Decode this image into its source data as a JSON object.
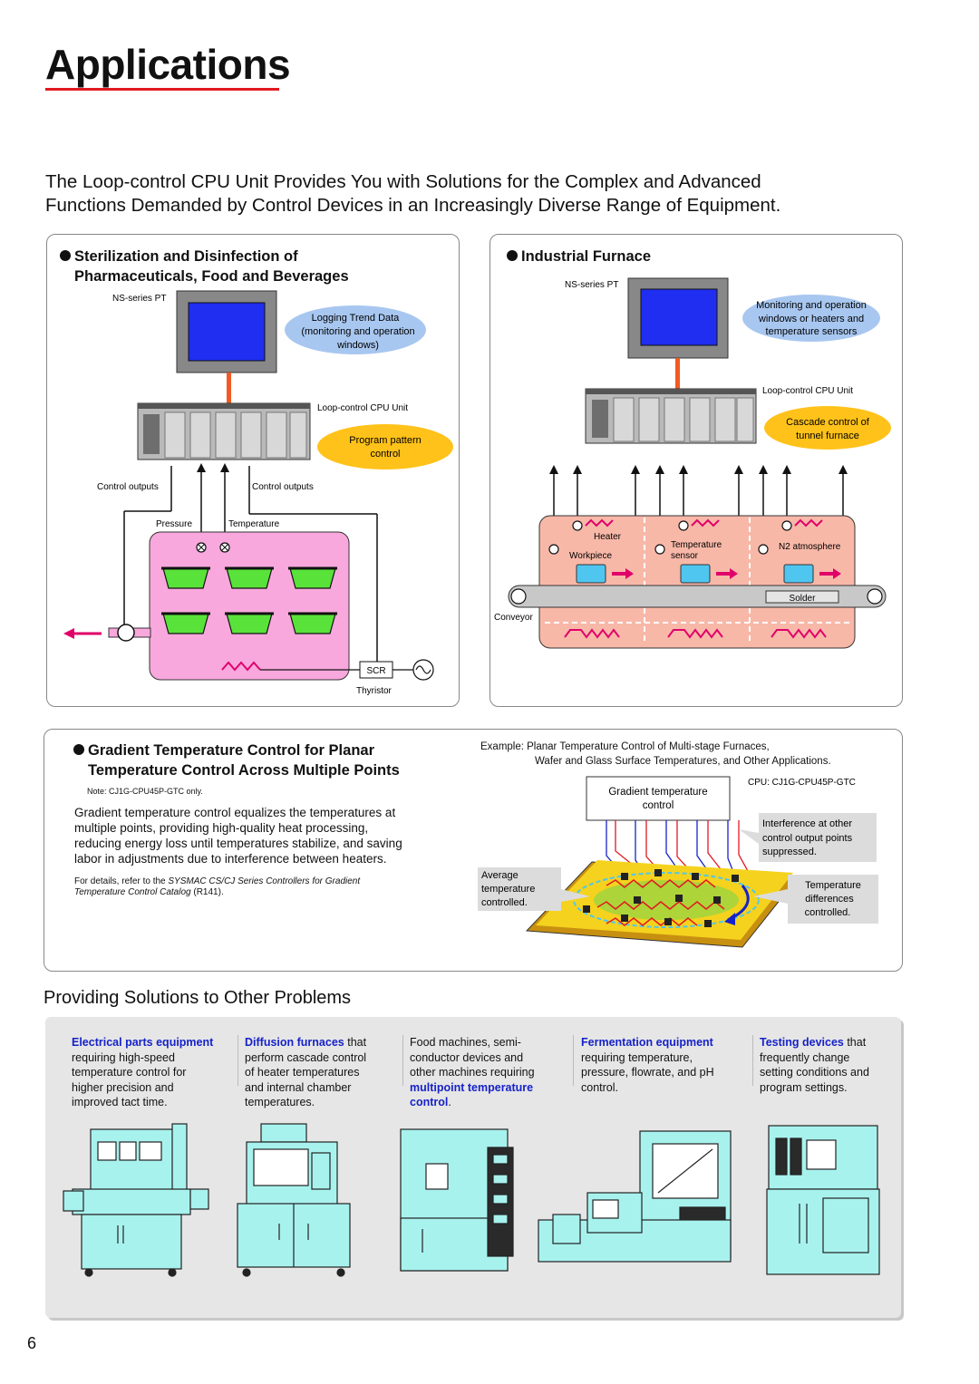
{
  "page": {
    "title": "Applications",
    "intro_line1": "The Loop-control CPU Unit Provides You with Solutions for the Complex and Advanced",
    "intro_line2": "Functions Demanded by Control Devices in an Increasingly Diverse Range of Equipment.",
    "page_number": "6",
    "accent_color": "#e01a22"
  },
  "sterilization": {
    "title_line1": "Sterilization and Disinfection of",
    "title_line2": "Pharmaceuticals, Food and Beverages",
    "pt_label": "NS-series PT",
    "logging_bubble_1": "Logging Trend Data",
    "logging_bubble_2": "(monitoring and operation",
    "logging_bubble_3": "windows)",
    "cpu_label": "Loop-control CPU Unit",
    "program_bubble_1": "Program pattern",
    "program_bubble_2": "control",
    "control_outputs_left": "Control outputs",
    "control_outputs_right": "Control outputs",
    "pressure": "Pressure",
    "temperature": "Temperature",
    "scr": "SCR",
    "thyristor": "Thyristor"
  },
  "furnace": {
    "title": "Industrial Furnace",
    "pt_label": "NS-series PT",
    "monitor_bubble_1": "Monitoring and operation",
    "monitor_bubble_2": "windows or heaters and",
    "monitor_bubble_3": "temperature sensors",
    "cpu_label": "Loop-control CPU Unit",
    "cascade_bubble_1": "Cascade control of",
    "cascade_bubble_2": "tunnel furnace",
    "heater": "Heater",
    "workpiece": "Workpiece",
    "temp_sensor_1": "Temperature",
    "temp_sensor_2": "sensor",
    "n2_atmosphere": "N2 atmosphere",
    "solder": "Solder",
    "conveyor": "Conveyor"
  },
  "gradient": {
    "title_line1": "Gradient Temperature Control for Planar",
    "title_line2": "Temperature Control Across Multiple Points",
    "note": "Note: CJ1G-CPU45P-GTC only.",
    "body_1": "Gradient temperature control equalizes the temperatures at",
    "body_2": "multiple points, providing high-quality heat processing,",
    "body_3": "reducing energy loss until temperatures stabilize, and saving",
    "body_4": "labor in adjustments due to interference between heaters.",
    "details_1_pre": "For details, refer to the ",
    "details_1_italic": "SYSMAC CS/CJ Series Controllers for Gradient",
    "details_2_italic": "Temperature Control Catalog",
    "details_2_post": " (R141).",
    "example_1": "Example: Planar Temperature Control of Multi-stage Furnaces,",
    "example_2": "Wafer and Glass Surface Temperatures, and Other Applications.",
    "control_box_1": "Gradient temperature",
    "control_box_2": "control",
    "cpu_label": "CPU: CJ1G-CPU45P-GTC",
    "interference_1": "Interference at other",
    "interference_2": "control output points",
    "interference_3": "suppressed.",
    "average_1": "Average",
    "average_2": "temperature",
    "average_3": "controlled.",
    "differences_1": "Temperature",
    "differences_2": "differences",
    "differences_3": "controlled."
  },
  "other": {
    "heading": "Providing Solutions to Other Problems",
    "columns": [
      {
        "lines": [
          {
            "b": "Electrical parts equipment",
            "t": ""
          },
          {
            "b": "",
            "t": "requiring high-speed"
          },
          {
            "b": "",
            "t": "temperature control for"
          },
          {
            "b": "",
            "t": "higher precision and"
          },
          {
            "b": "",
            "t": "improved tact time."
          }
        ]
      },
      {
        "lines": [
          {
            "b": "Diffusion furnaces",
            "t": " that"
          },
          {
            "b": "",
            "t": "perform cascade control"
          },
          {
            "b": "",
            "t": "of heater temperatures"
          },
          {
            "b": "",
            "t": "and internal chamber"
          },
          {
            "b": "",
            "t": "temperatures."
          }
        ]
      },
      {
        "lines": [
          {
            "b": "",
            "t": "Food machines, semi-"
          },
          {
            "b": "",
            "t": "conductor devices and"
          },
          {
            "b": "",
            "t": "other machines requiring"
          },
          {
            "b": "multipoint temperature",
            "t": ""
          },
          {
            "b": "control",
            "t": "."
          }
        ]
      },
      {
        "lines": [
          {
            "b": "Fermentation equipment",
            "t": ""
          },
          {
            "b": "",
            "t": "requiring temperature,"
          },
          {
            "b": "",
            "t": "pressure, flowrate, and pH"
          },
          {
            "b": "",
            "t": "control."
          }
        ]
      },
      {
        "lines": [
          {
            "b": "Testing devices",
            "t": " that"
          },
          {
            "b": "",
            "t": "frequently change"
          },
          {
            "b": "",
            "t": "setting conditions and"
          },
          {
            "b": "",
            "t": "program settings."
          }
        ]
      }
    ]
  }
}
